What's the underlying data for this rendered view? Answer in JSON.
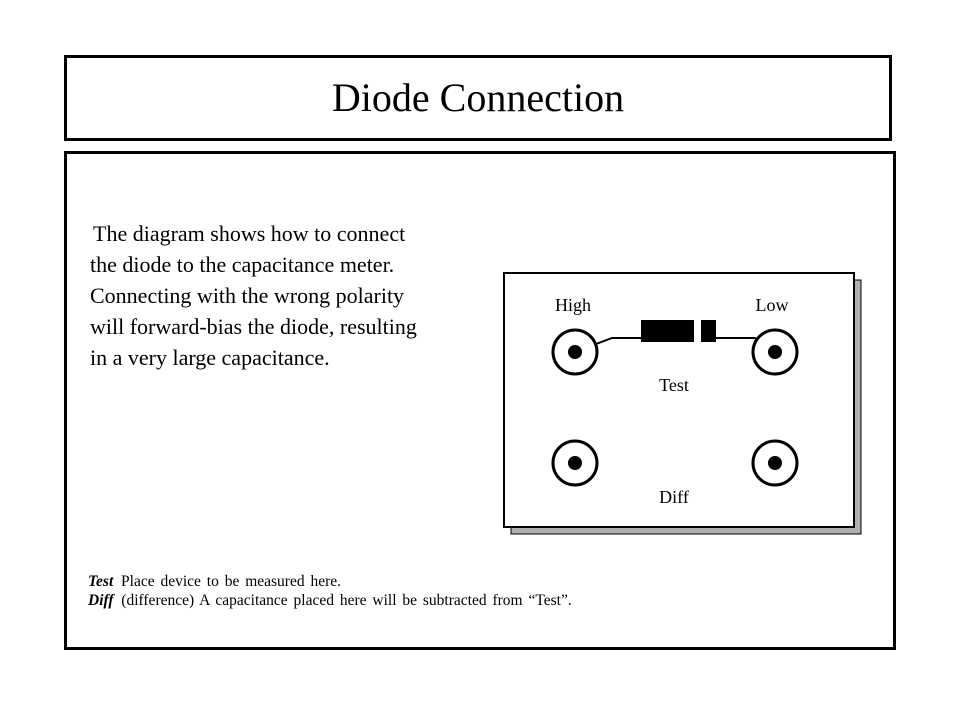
{
  "title": "Diode Connection",
  "paragraph": [
    "The diagram shows how to connect",
    "the diode to the capacitance meter.",
    "Connecting with the wrong polarity",
    "will forward-bias the diode, resulting",
    "in a very large capacitance."
  ],
  "diagram": {
    "label_high": "High",
    "label_low": "Low",
    "label_test": "Test",
    "label_diff": "Diff"
  },
  "footnotes": {
    "test_term": "Test",
    "test_desc": "Place device to be measured here.",
    "diff_term": "Diff",
    "diff_desc": "(difference)  A capacitance placed here will be subtracted from “Test”."
  }
}
